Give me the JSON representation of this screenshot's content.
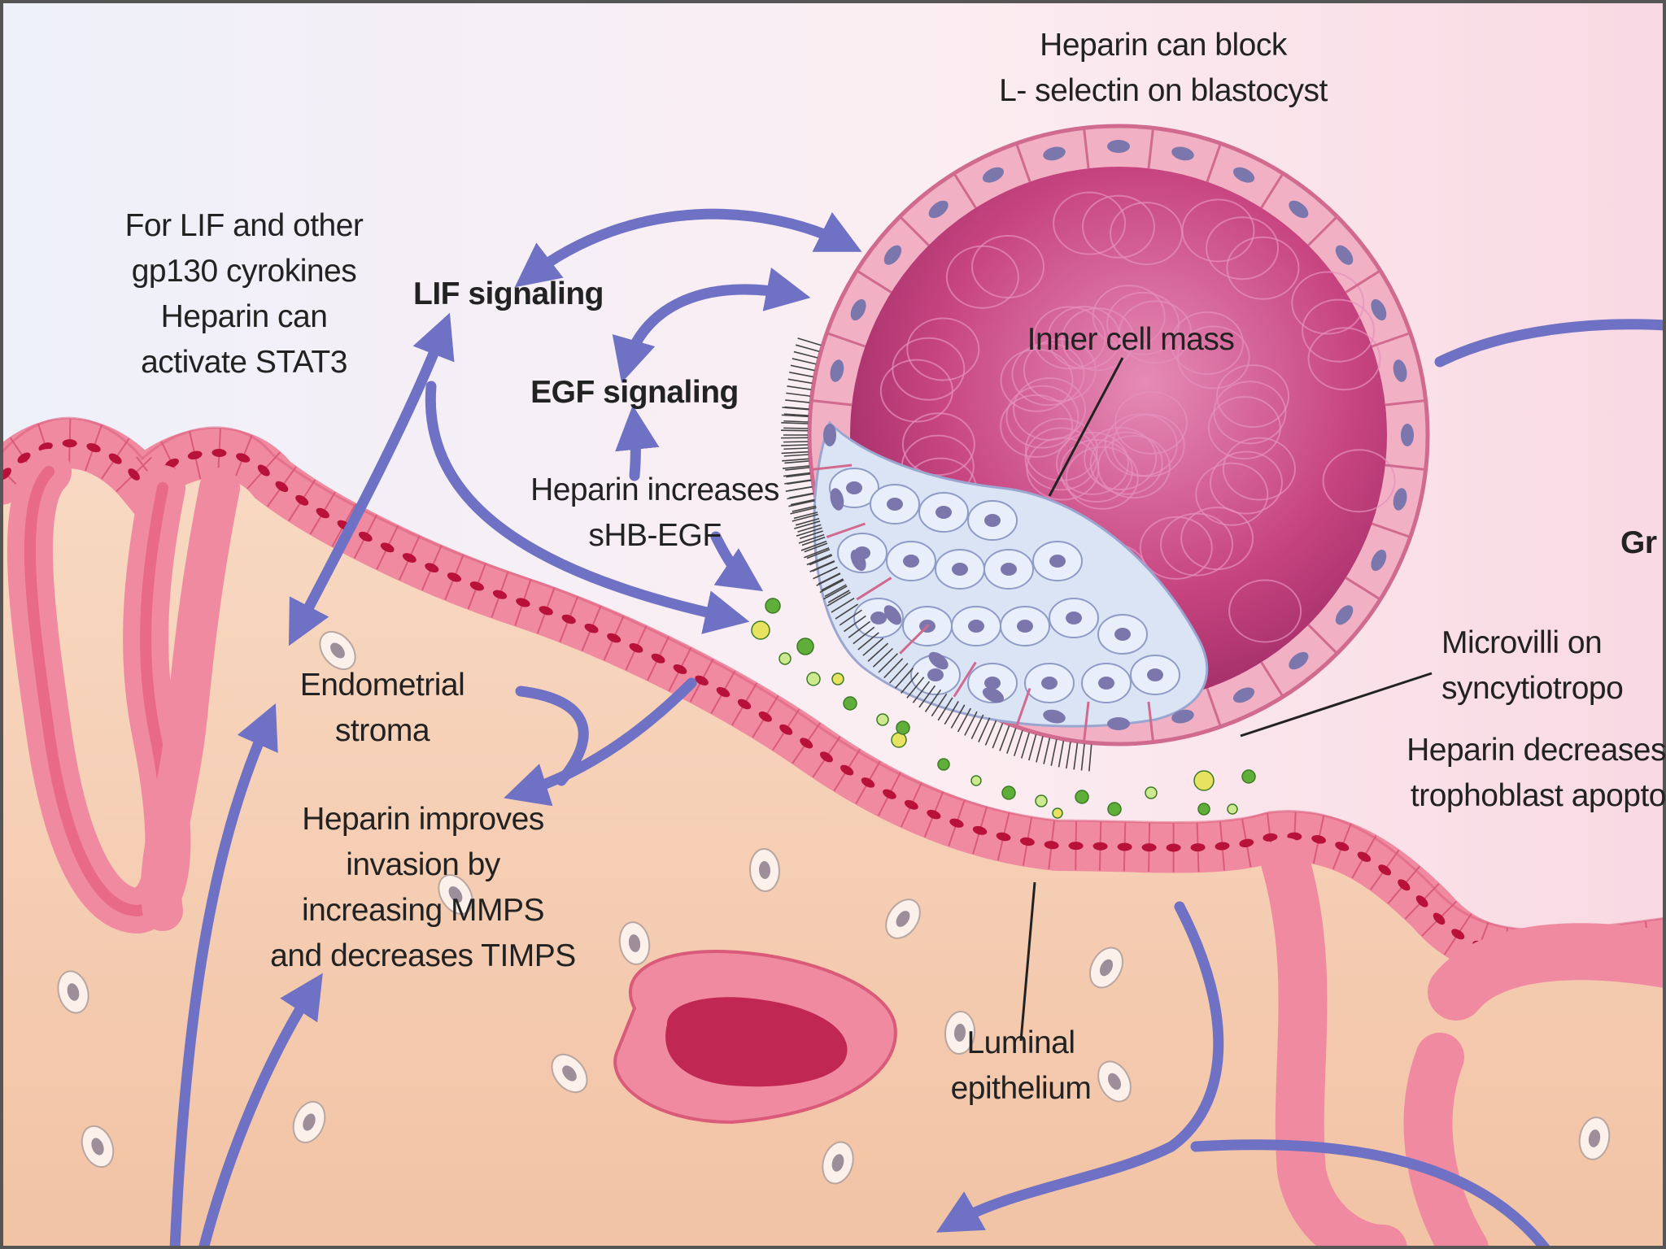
{
  "labels": {
    "heparin_block": "Heparin can block\nL- selectin on blastocyst",
    "lif_note": "For LIF and other\ngp130 cyrokines\nHeparin can\nactivate STAT3",
    "lif_signaling": "LIF signaling",
    "egf_signaling": "EGF signaling",
    "inner_cell_mass": "Inner cell mass",
    "heparin_hbegf": "Heparin increases\nsHB-EGF",
    "endometrial_stroma": "Endometrial\nstroma",
    "heparin_invasion": "Heparin improves\ninvasion by\nincreasing MMPS\nand decreases TIMPS",
    "luminal_epithelium": "Luminal\nepithelium",
    "microvilli": "Microvilli on\nsyncytiotropo",
    "heparin_apoptosis": "Heparin decreases\ntrophoblast apopto",
    "gr_fragment": "Gr"
  },
  "colors": {
    "arrow": "#6f72c4",
    "tissue": "#f6cfb4",
    "epithelium": "#f08aa0",
    "nucleus": "#b8113a",
    "blastocyst_wall": "#f2b0c4",
    "blastocoel": "#c9447f",
    "inner_cell_mass": "#dbe4f5",
    "microvilli": "#444444"
  }
}
